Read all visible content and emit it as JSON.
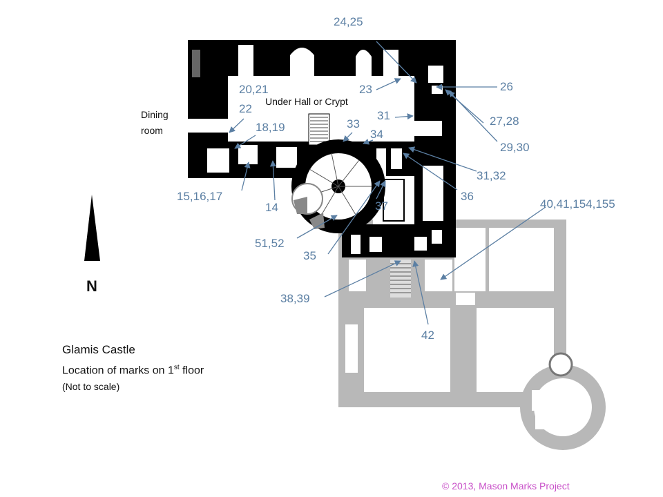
{
  "title": "Glamis Castle",
  "subtitle_main": "Location of marks on 1",
  "subtitle_sup": "st",
  "subtitle_end": " floor",
  "note": "(Not to scale)",
  "north": "N",
  "copyright": "© 2013, Mason Marks Project",
  "rooms": {
    "under_hall": "Under Hall or Crypt",
    "dining_1": "Dining",
    "dining_2": "room"
  },
  "marks": {
    "m24_25": "24,25",
    "m20_21": "20,21",
    "m23": "23",
    "m26": "26",
    "m22": "22",
    "m31a": "31",
    "m18_19": "18,19",
    "m33": "33",
    "m34": "34",
    "m27_28": "27,28",
    "m29_30": "29,30",
    "m31_32": "31,32",
    "m15_16_17": "15,16,17",
    "m36": "36",
    "m14": "14",
    "m37": "37",
    "m40_155": "40,41,154,155",
    "m51_52": "51,52",
    "m35": "35",
    "m38_39": "38,39",
    "m42": "42"
  },
  "colors": {
    "label": "#5b7fa3",
    "wall": "#000000",
    "grey_wall": "#b8b8b8",
    "copyright": "#c84fc8"
  }
}
